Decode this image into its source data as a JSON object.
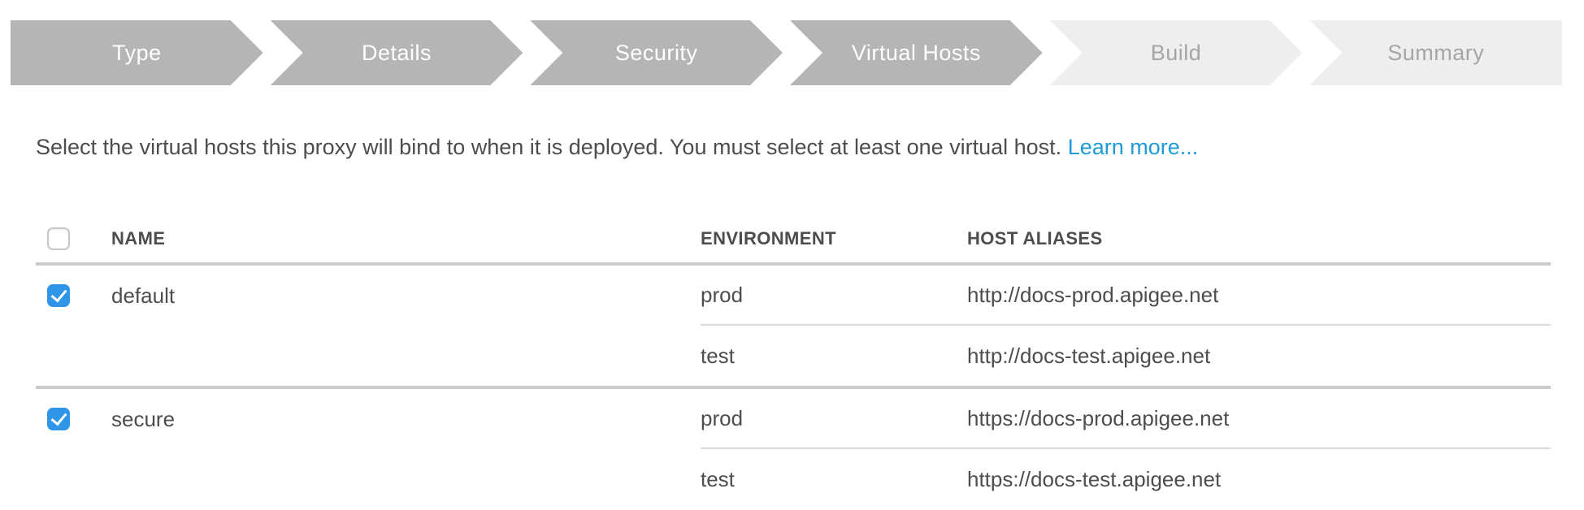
{
  "wizard_steps": [
    {
      "label": "Type",
      "state": "active"
    },
    {
      "label": "Details",
      "state": "active"
    },
    {
      "label": "Security",
      "state": "active"
    },
    {
      "label": "Virtual Hosts",
      "state": "active"
    },
    {
      "label": "Build",
      "state": "inactive"
    },
    {
      "label": "Summary",
      "state": "inactive"
    }
  ],
  "instruction": {
    "text": "Select the virtual hosts this proxy will bind to when it is deployed. You must select at least one virtual host.",
    "link_label": "Learn more..."
  },
  "table": {
    "headers": {
      "name": "NAME",
      "environment": "ENVIRONMENT",
      "host_aliases": "HOST ALIASES"
    },
    "select_all_checked": false,
    "rows": [
      {
        "name": "default",
        "checked": true,
        "environments": [
          {
            "environment": "prod",
            "host_alias": "http://docs-prod.apigee.net"
          },
          {
            "environment": "test",
            "host_alias": "http://docs-test.apigee.net"
          }
        ]
      },
      {
        "name": "secure",
        "checked": true,
        "environments": [
          {
            "environment": "prod",
            "host_alias": "https://docs-prod.apigee.net"
          },
          {
            "environment": "test",
            "host_alias": "https://docs-test.apigee.net"
          }
        ]
      }
    ]
  },
  "colors": {
    "step_active_bg": "#b5b5b5",
    "step_inactive_bg": "#eeeeee",
    "step_active_text": "#ffffff",
    "step_inactive_text": "#a5a5a5",
    "link_blue": "#1f9cd7",
    "checkbox_checked_blue": "#2e95e8",
    "separator_thick": "#cbcbcb",
    "separator_thin": "#d9d9d9",
    "body_text": "#4d4d4d"
  }
}
